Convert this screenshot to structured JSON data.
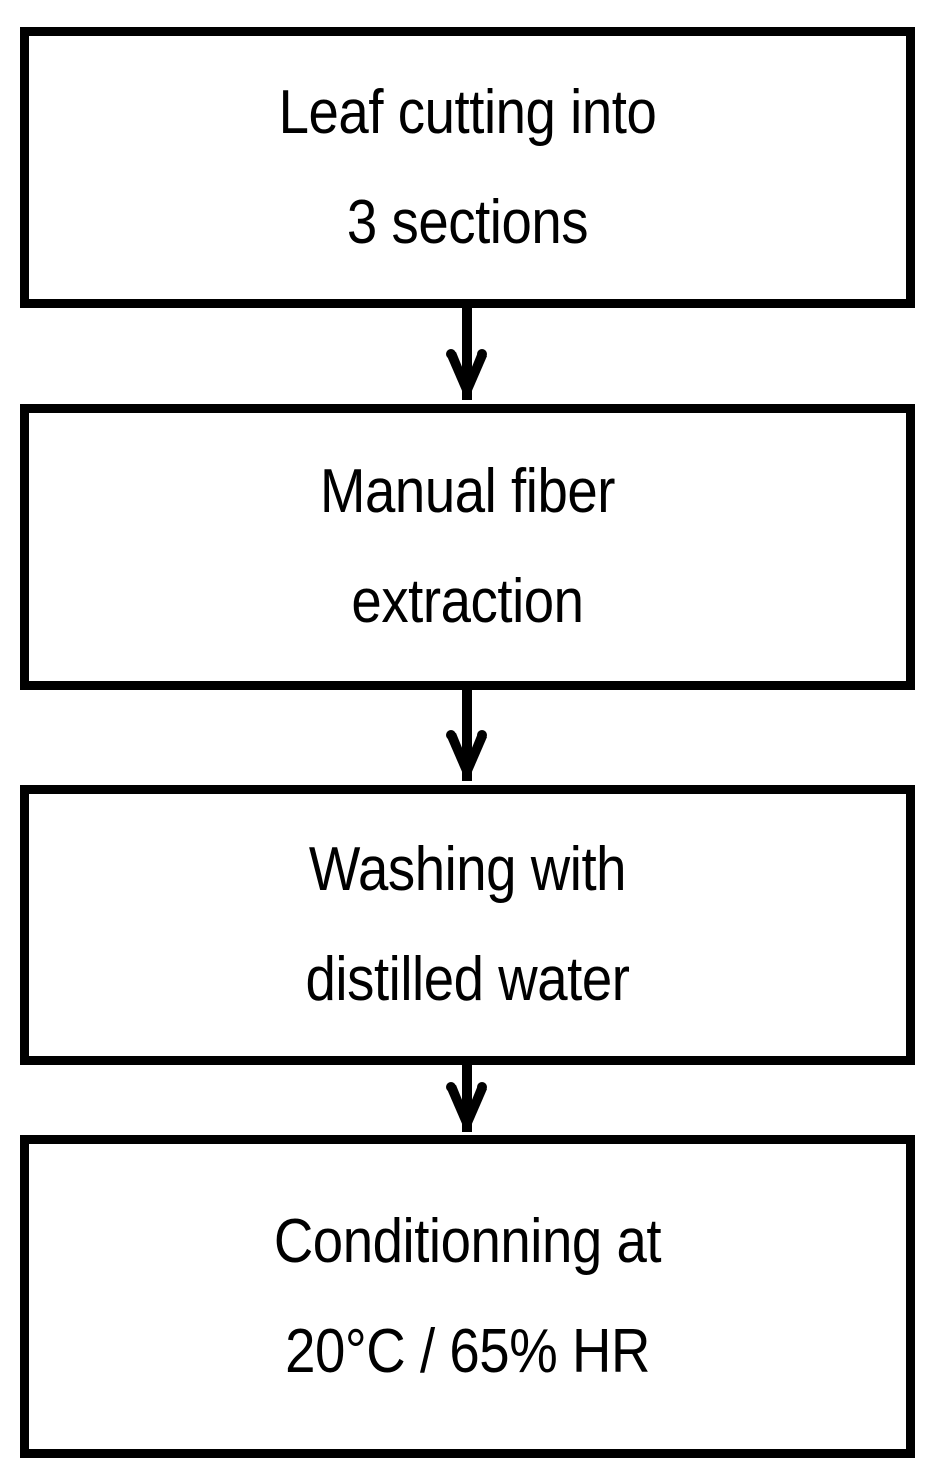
{
  "diagram": {
    "type": "flowchart",
    "orientation": "vertical-top-to-bottom",
    "title": "Fiber preparation process flowchart",
    "background_color": "#FFFFFF",
    "line_color": "#000000",
    "text_color": "#000000",
    "nodes": [
      {
        "id": "node-1",
        "shape": "rectangle",
        "name": "leaf-cutting-step",
        "line_1": "Leaf cutting into",
        "line_2": "3 sections"
      },
      {
        "id": "node-2",
        "shape": "rectangle",
        "name": "manual-fiber-extraction-step",
        "line_1": "Manual fiber",
        "line_2": "extraction"
      },
      {
        "id": "node-3",
        "shape": "rectangle",
        "name": "washing-step",
        "line_1": "Washing with",
        "line_2": "distilled water"
      },
      {
        "id": "node-4",
        "shape": "rectangle",
        "name": "conditioning-step",
        "line_1": "Conditionning at",
        "line_2": "20°C / 65% HR"
      }
    ],
    "connectors": [
      {
        "id": "arrow-1",
        "name": "arrow-node1-to-node2",
        "from": "node-1",
        "to": "node-2",
        "style": "open-chevron-arrow",
        "direction": "down"
      },
      {
        "id": "arrow-2",
        "name": "arrow-node2-to-node3",
        "from": "node-2",
        "to": "node-3",
        "style": "open-chevron-arrow",
        "direction": "down"
      },
      {
        "id": "arrow-3",
        "name": "arrow-node3-to-node4",
        "from": "node-3",
        "to": "node-4",
        "style": "open-chevron-arrow",
        "direction": "down"
      }
    ]
  }
}
